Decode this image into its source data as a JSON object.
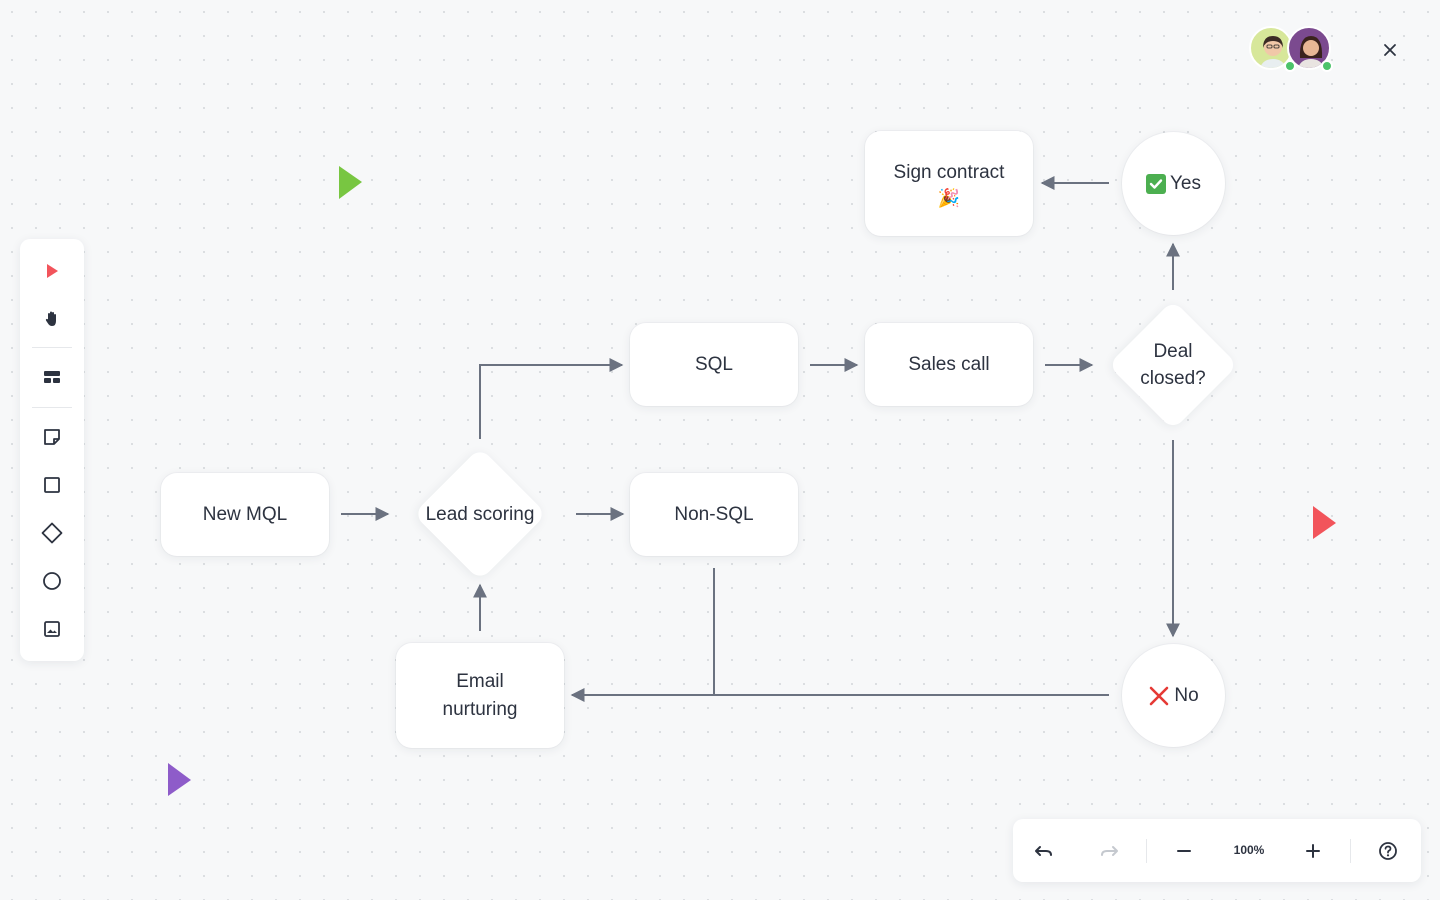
{
  "nodes": {
    "new_mql": "New MQL",
    "lead_scoring": "Lead scoring",
    "sql": "SQL",
    "non_sql": "Non-SQL",
    "sales_call": "Sales call",
    "deal_closed_line1": "Deal",
    "deal_closed_line2": "closed?",
    "sign_contract": "Sign contract",
    "sign_contract_emoji": "🎉",
    "yes": "Yes",
    "no": "No",
    "email_line1": "Email",
    "email_line2": "nurturing"
  },
  "zoom": {
    "level": "100%"
  },
  "toolbar_tools": [
    "select-tool",
    "hand-tool",
    "template-tool",
    "sticky-note-tool",
    "rectangle-tool",
    "diamond-tool",
    "circle-tool",
    "image-tool"
  ],
  "colors": {
    "accent_red": "#f2545b",
    "cursor_green": "#78c641",
    "cursor_purple": "#8e5cc9",
    "connector": "#6b7280",
    "presence_green": "#4cc36a",
    "yes_green": "#4caf50",
    "no_red": "#e53935"
  }
}
